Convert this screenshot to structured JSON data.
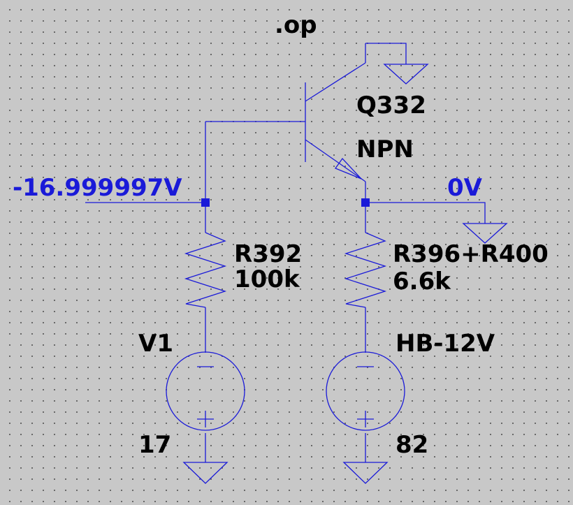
{
  "directive": ".op",
  "transistor": {
    "name": "Q332",
    "model": "NPN"
  },
  "nets": {
    "base_voltage": "-16.999997V",
    "emitter_voltage": "0V"
  },
  "resistors": [
    {
      "name": "R392",
      "value": "100k"
    },
    {
      "name": "R396+R400",
      "value": "6.6k"
    }
  ],
  "sources": [
    {
      "name": "V1",
      "value": "17"
    },
    {
      "name": "HB-12V",
      "value": "82"
    }
  ],
  "colors": {
    "wire": "#1a1ad8",
    "label": "#000000",
    "net_label": "#1a1ad8",
    "background": "#c8c8c8"
  }
}
